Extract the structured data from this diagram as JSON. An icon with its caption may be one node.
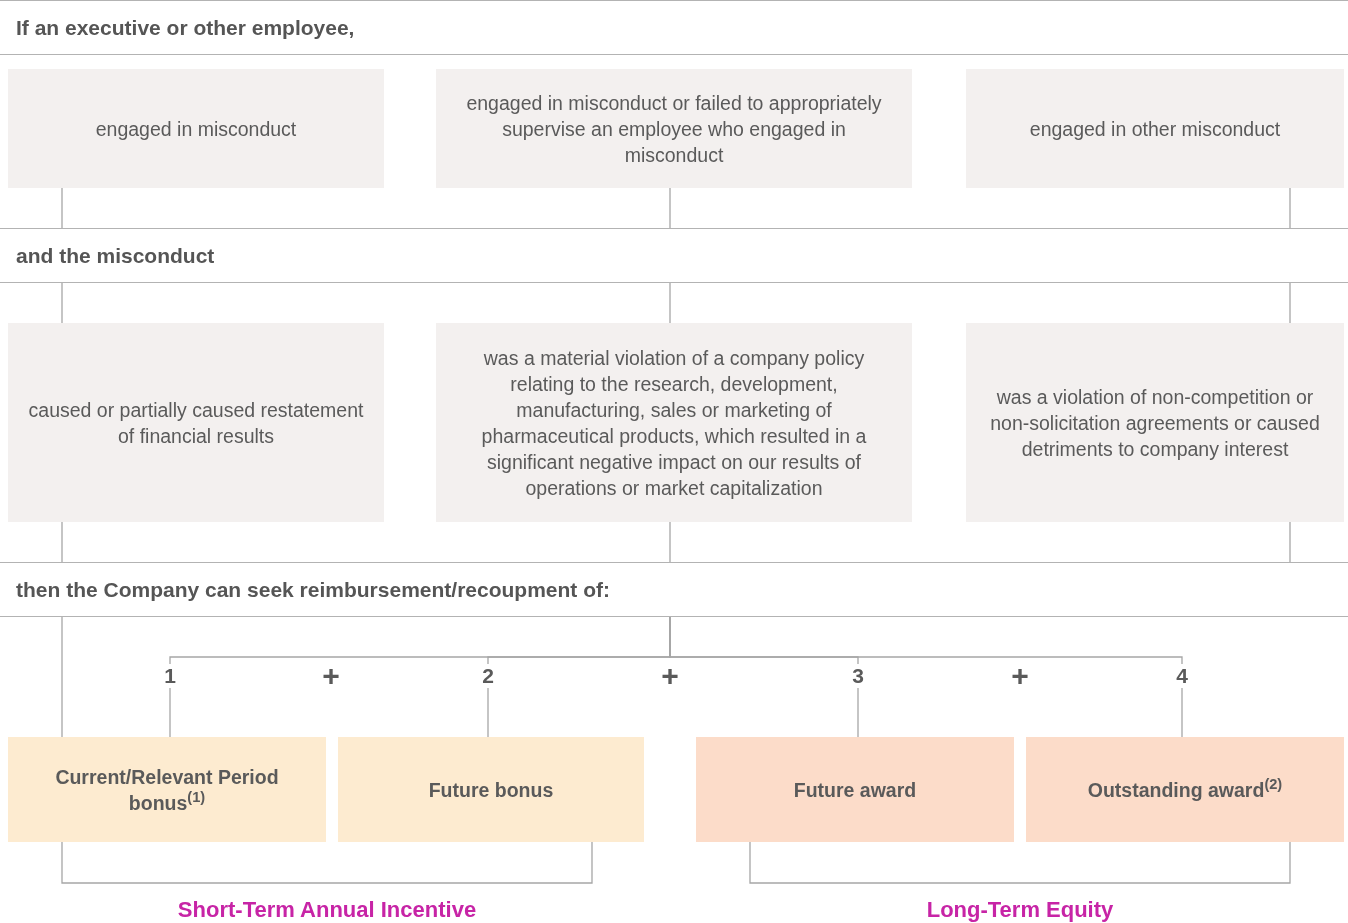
{
  "diagram": {
    "nodes": [
      {
        "text": [
          "If an executive or other employee,"
        ]
      },
      {
        "text": [
          "engaged in misconduct"
        ]
      },
      {
        "text": [
          "engaged in misconduct or failed to appropriately supervise an employee who engaged in misconduct"
        ]
      },
      {
        "text": [
          "engaged in other misconduct"
        ]
      },
      {
        "text": [
          "and the misconduct"
        ]
      },
      {
        "text": [
          "caused or partially caused restatement of financial results"
        ]
      },
      {
        "text": [
          "was a material violation of a company policy relating to the research, development, manufacturing, sales or marketing of pharmaceutical products, which resulted in a significant negative impact on our results of operations or market capitalization"
        ]
      },
      {
        "text": [
          "was a violation of non-competition or non-solicitation agreements or caused detriments to company interest"
        ]
      },
      {
        "text": [
          "then the Company can seek reimbursement/recoupment of:"
        ]
      },
      {
        "text": [
          "1"
        ]
      },
      {
        "text": [
          "2"
        ]
      },
      {
        "text": [
          "3"
        ]
      },
      {
        "text": [
          "4"
        ]
      },
      {
        "text": [
          "Current/Relevant Period bonus$^{(1)}$"
        ]
      },
      {
        "text": [
          "Future bonus"
        ]
      },
      {
        "text": [
          "Future award"
        ]
      },
      {
        "text": [
          "Outstanding award$^{(2)}$"
        ]
      }
    ],
    "edges": [
      {
        "from": 1,
        "to": 4,
        "arrow": "none"
      },
      {
        "from": 2,
        "to": 4,
        "arrow": "none"
      },
      {
        "from": 3,
        "to": 4,
        "arrow": "none"
      },
      {
        "from": 4,
        "to": 5,
        "arrow": "none"
      },
      {
        "from": 4,
        "to": 6,
        "arrow": "none"
      },
      {
        "from": 4,
        "to": 7,
        "arrow": "none"
      },
      {
        "from": 5,
        "to": 8,
        "arrow": "none"
      },
      {
        "from": 6,
        "to": 8,
        "arrow": "none"
      },
      {
        "from": 7,
        "to": 8,
        "arrow": "none"
      },
      {
        "from": 8,
        "to": 13,
        "arrow": "none"
      },
      {
        "from": 8,
        "to": 9,
        "arrow": "none"
      },
      {
        "from": 8,
        "to": 10,
        "arrow": "none"
      },
      {
        "from": 8,
        "to": 11,
        "arrow": "none"
      },
      {
        "from": 8,
        "to": 12,
        "arrow": "none"
      },
      {
        "from": 9,
        "to": 13,
        "arrow": "none"
      },
      {
        "from": 10,
        "to": 14,
        "arrow": "none"
      },
      {
        "from": 11,
        "to": 15,
        "arrow": "none"
      },
      {
        "from": 12,
        "to": 16,
        "arrow": "none"
      }
    ],
    "labels": [
      "+",
      "+",
      "+",
      "Short-Term Annual Incentive",
      "Long-Term Equity"
    ]
  }
}
